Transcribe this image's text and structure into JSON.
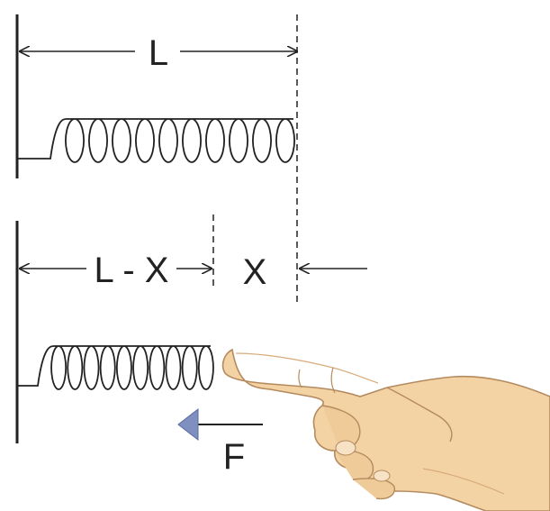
{
  "labels": {
    "length": "L",
    "compressed_length": "L - X",
    "displacement": "X",
    "force": "F"
  },
  "colors": {
    "line": "#222222",
    "force_arrow": "#7f8fbf",
    "skin": "#f3d3a4",
    "skin_shadow": "#d8ab7a"
  }
}
